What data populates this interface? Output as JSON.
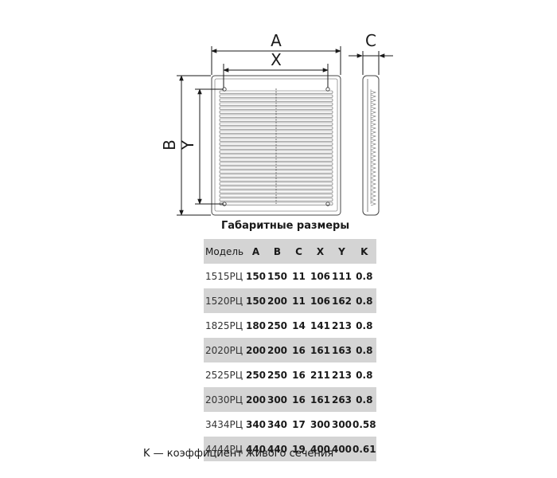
{
  "drawing": {
    "labels": {
      "A": "A",
      "X": "X",
      "B": "B",
      "Y": "Y",
      "C": "C"
    }
  },
  "table": {
    "title": "Габаритные размеры",
    "headers": [
      "Модель",
      "A",
      "B",
      "C",
      "X",
      "Y",
      "K"
    ],
    "rows": [
      [
        "1515РЦ",
        "150",
        "150",
        "11",
        "106",
        "111",
        "0.8"
      ],
      [
        "1520РЦ",
        "150",
        "200",
        "11",
        "106",
        "162",
        "0.8"
      ],
      [
        "1825РЦ",
        "180",
        "250",
        "14",
        "141",
        "213",
        "0.8"
      ],
      [
        "2020РЦ",
        "200",
        "200",
        "16",
        "161",
        "163",
        "0.8"
      ],
      [
        "2525РЦ",
        "250",
        "250",
        "16",
        "211",
        "213",
        "0.8"
      ],
      [
        "2030РЦ",
        "200",
        "300",
        "16",
        "161",
        "263",
        "0.8"
      ],
      [
        "3434РЦ",
        "340",
        "340",
        "17",
        "300",
        "300",
        "0.58"
      ],
      [
        "4444РЦ",
        "440",
        "440",
        "19",
        "400",
        "400",
        "0.61"
      ]
    ]
  },
  "footnote": "K — коэффициент живого сечения"
}
